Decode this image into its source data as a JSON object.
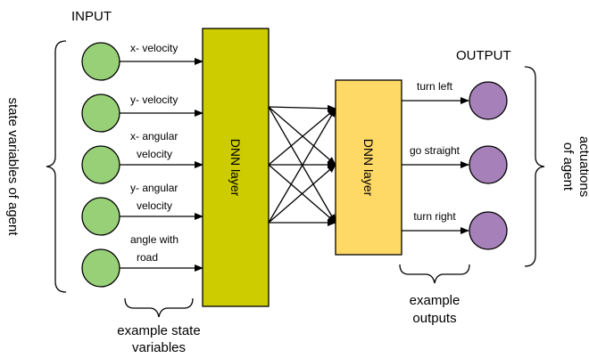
{
  "headings": {
    "input": "INPUT",
    "output": "OUTPUT"
  },
  "inputs": [
    {
      "label_lines": [
        "x- velocity"
      ]
    },
    {
      "label_lines": [
        "y- velocity"
      ]
    },
    {
      "label_lines": [
        "x- angular",
        "velocity"
      ]
    },
    {
      "label_lines": [
        "y- angular",
        "velocity"
      ]
    },
    {
      "label_lines": [
        "angle with",
        "road"
      ]
    }
  ],
  "outputs": [
    {
      "label": "turn left"
    },
    {
      "label": "go straight"
    },
    {
      "label": "turn right"
    }
  ],
  "layers": [
    {
      "label": "DNN layer",
      "fill": "#cccc00"
    },
    {
      "label": "DNN layer",
      "fill": "#ffd966"
    }
  ],
  "colors": {
    "input_node": "#97d077",
    "output_node": "#a680b8",
    "stroke": "#000000"
  },
  "side_labels": {
    "left": [
      "state variables of agent"
    ],
    "right": [
      "actuations",
      "of agent"
    ]
  },
  "braces": {
    "state_vars": [
      "example state",
      "variables"
    ],
    "outputs": [
      "example",
      "outputs"
    ]
  }
}
